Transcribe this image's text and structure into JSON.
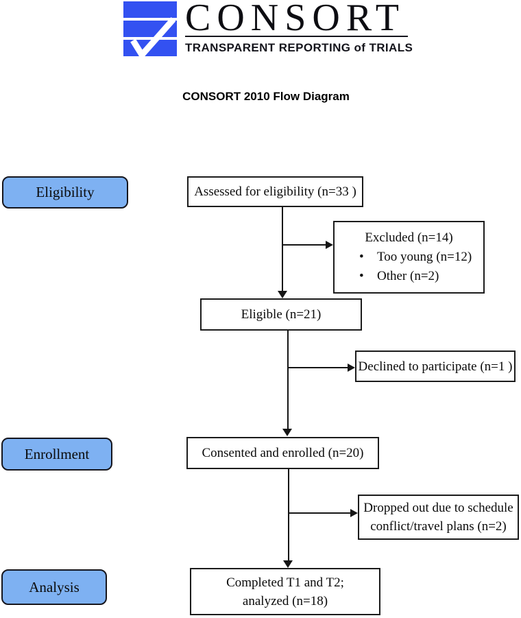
{
  "logo": {
    "icon": "consort-check-logo",
    "wordmark": "CONSORT",
    "tagline": "TRANSPARENT REPORTING of TRIALS"
  },
  "heading": "CONSORT 2010 Flow Diagram",
  "colors": {
    "logo_blue": "#3351f1",
    "stage_fill": "#7eb1f2",
    "line_color": "#151515"
  },
  "stages": [
    {
      "label": "Eligibility"
    },
    {
      "label": "Enrollment"
    },
    {
      "label": "Analysis"
    }
  ],
  "flow": {
    "assessed": "Assessed for eligibility (n=33 )",
    "excluded": {
      "title": "Excluded  (n=14)",
      "bullet": "•",
      "items": [
        "Too young (n=12)",
        "Other (n=2)"
      ]
    },
    "eligible": "Eligible (n=21)",
    "declined": "Declined to participate (n=1 )",
    "consented": "Consented and enrolled (n=20)",
    "dropped": {
      "line1": "Dropped out due to schedule",
      "line2": "conflict/travel plans (n=2)"
    },
    "completed": {
      "line1": "Completed T1 and T2;",
      "line2": "analyzed (n=18)"
    }
  }
}
